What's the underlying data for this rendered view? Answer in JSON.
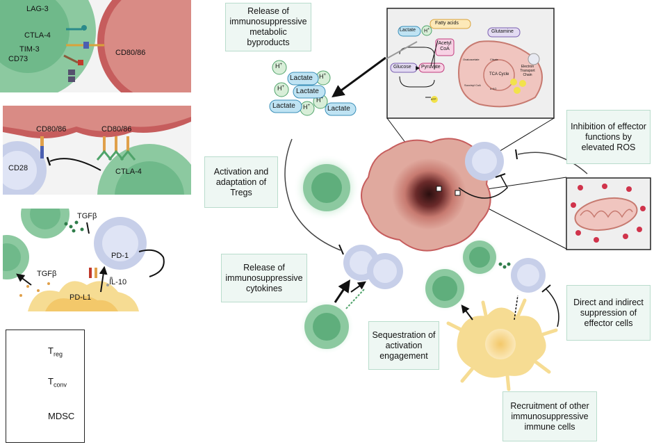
{
  "labels": {
    "release_byproducts": "Release of immunosuppressive metabolic byproducts",
    "inhibition_ros": "Inhibition of effector functions by elevated ROS",
    "activation_tregs": "Activation and adaptation of Tregs",
    "release_cytokines": "Release of immunosuppressive cytokines",
    "direct_indirect": "Direct and indirect suppression of effector cells",
    "sequestration": "Sequestration of activation engagement",
    "recruitment": "Recruitment of other immunosuppressive immune cells"
  },
  "panel_a": {
    "lag3": "LAG-3",
    "ctla4": "CTLA-4",
    "tim3": "TIM-3",
    "cd73": "CD73",
    "cd8086": "CD80/86"
  },
  "panel_b": {
    "cd8086_left": "CD80/86",
    "cd8086_right": "CD80/86",
    "cd28": "CD28",
    "ctla4": "CTLA-4"
  },
  "panel_c": {
    "tgfb_top": "TGFβ",
    "pd1": "PD-1",
    "tgfb_left": "TGFβ",
    "pdl1": "PD-L1",
    "il10": "IL-10"
  },
  "metabolites": {
    "h": "H",
    "plus": "+",
    "lactate": "Lactate"
  },
  "metabolism": {
    "lactate": "Lactate",
    "h": "H",
    "plus": "+",
    "fatty_acids": "Fatty acids",
    "acetyl_coa": "Acetyl CoA",
    "glutamine": "Glutamine",
    "glucose": "Glucose",
    "pyruvate": "Pyruvate",
    "atp": "ATP",
    "oxaloacetate": "Oxaloacetate",
    "citrate": "Citrate",
    "tca": "TCA Cycle",
    "succinyl": "Succinyl CoA",
    "akg": "α-KG",
    "etc": "Electron Transport Chain"
  },
  "legend": {
    "treg": "T",
    "treg_sub": "reg",
    "tconv": "T",
    "tconv_sub": "conv",
    "mdsc": "MDSC"
  },
  "colors": {
    "box_bg": "#eef7f3",
    "box_border": "#b9dccc",
    "treg": "#7fc196",
    "tconv": "#d6ddf2",
    "mdsc": "#f6dc93",
    "tumor": "#d58b80"
  }
}
